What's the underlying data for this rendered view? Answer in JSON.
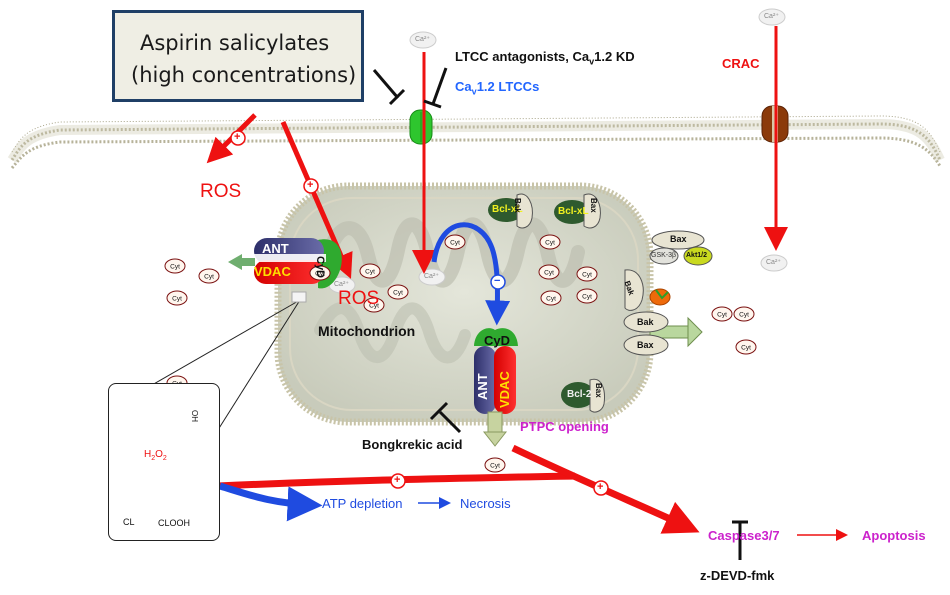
{
  "labels": {
    "aspirin_line1": "Aspirin salicylates",
    "aspirin_line2": "(high concentrations)",
    "ltcc_antagonists_pre": "LTCC antagonists, Ca",
    "ltcc_antagonists_sub": "v",
    "ltcc_antagonists_post": "1.2 KD",
    "cav_pre": "Ca",
    "cav_sub": "v",
    "cav_post": "1.2 LTCCs",
    "crac": "CRAC",
    "ros_outer": "ROS",
    "ros_inner": "ROS",
    "mitochondrion": "Mitochondrion",
    "ant_top": "ANT",
    "vdac_top": "VDAC",
    "cyd_top": "CyD",
    "ant_bottom": "ANT",
    "vdac_bottom": "VDAC",
    "cyd_bottom": "CyD",
    "bongkrekic": "Bongkrekic acid",
    "ptpc": "PTPC opening",
    "atp": "ATP depletion",
    "necrosis": "Necrosis",
    "caspase": "Caspase3/7",
    "apoptosis": "Apoptosis",
    "zdevd": "z-DEVD-fmk",
    "h2o2_pre": "H",
    "h2o2_sub1": "2",
    "h2o2_mid": "O",
    "h2o2_sub2": "2",
    "clooh": "CLOOH",
    "cl": "CL",
    "oh": "OH",
    "cyt": "Cyt",
    "ca": "Ca²⁺",
    "bclxl_1": "Bcl-xL",
    "bak_1": "Bak",
    "bclxl_2": "Bcl-xL",
    "bax_1": "Bax",
    "bax_2": "Bax",
    "gsk": "GSK-3β",
    "akt": "Akt1/2",
    "bak_2": "Bak",
    "bak_3": "Bak",
    "bax_3": "Bax",
    "bcl2": "Bcl-2",
    "bax_4": "Bax",
    "plus": "+",
    "minus": "−"
  },
  "colors": {
    "red": "#ee1111",
    "blue": "#1f4be0",
    "purple": "#cc22cc",
    "navy": "#1f3f66",
    "calcium_blue": "#2266ff"
  }
}
